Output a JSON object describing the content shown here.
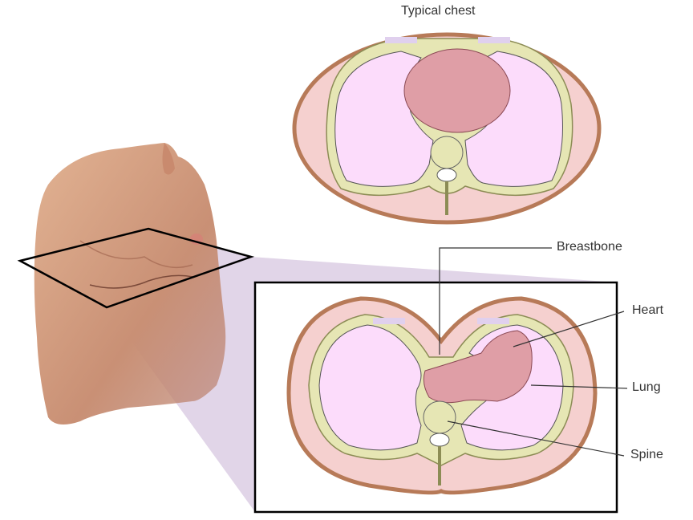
{
  "title": "Typical chest",
  "labels": {
    "breastbone": "Breastbone",
    "heart": "Heart",
    "lung": "Lung",
    "spine": "Spine"
  },
  "colors": {
    "skin": "#d9a584",
    "outer_wall": "#b77a58",
    "muscle": "#f5d0cf",
    "lung": "#fcdcfb",
    "rib": "#e6e6b4",
    "heart": "#df9ea6",
    "projection": "#d9cbe2"
  }
}
